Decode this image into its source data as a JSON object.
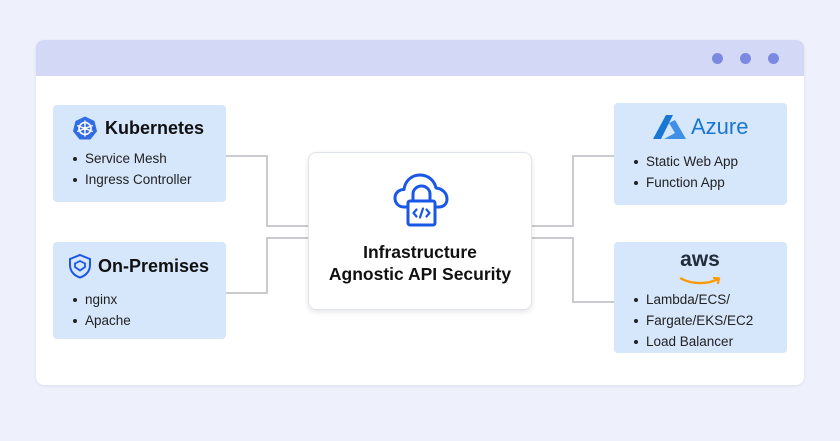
{
  "diagram": {
    "center": {
      "title_line1": "Infrastructure",
      "title_line2": "Agnostic API Security",
      "icon": "cloud-lock-code-icon"
    },
    "kubernetes": {
      "title": "Kubernetes",
      "icon": "kubernetes-helm-icon",
      "items": [
        "Service Mesh",
        "Ingress Controller"
      ]
    },
    "on_premises": {
      "title": "On-Premises",
      "icon": "shield-icon",
      "items": [
        "nginx",
        "Apache"
      ]
    },
    "azure": {
      "title": "Azure",
      "icon": "azure-logo-icon",
      "items": [
        "Static Web App",
        "Function App"
      ]
    },
    "aws": {
      "logo_text": "aws",
      "icon": "aws-smile-icon",
      "items": [
        "Lambda/ECS/",
        "Fargate/EKS/EC2",
        "Load Balancer"
      ]
    }
  },
  "colors": {
    "page_bg": "#eef1fb",
    "titlebar": "#d3d8f6",
    "window_dots": "#7b8ae0",
    "box_fill": "#d6e6fb",
    "connector": "#c9cbcf",
    "icon_blue": "#1a57e6",
    "azure_blue": "#1877d5",
    "aws_orange": "#f90"
  }
}
